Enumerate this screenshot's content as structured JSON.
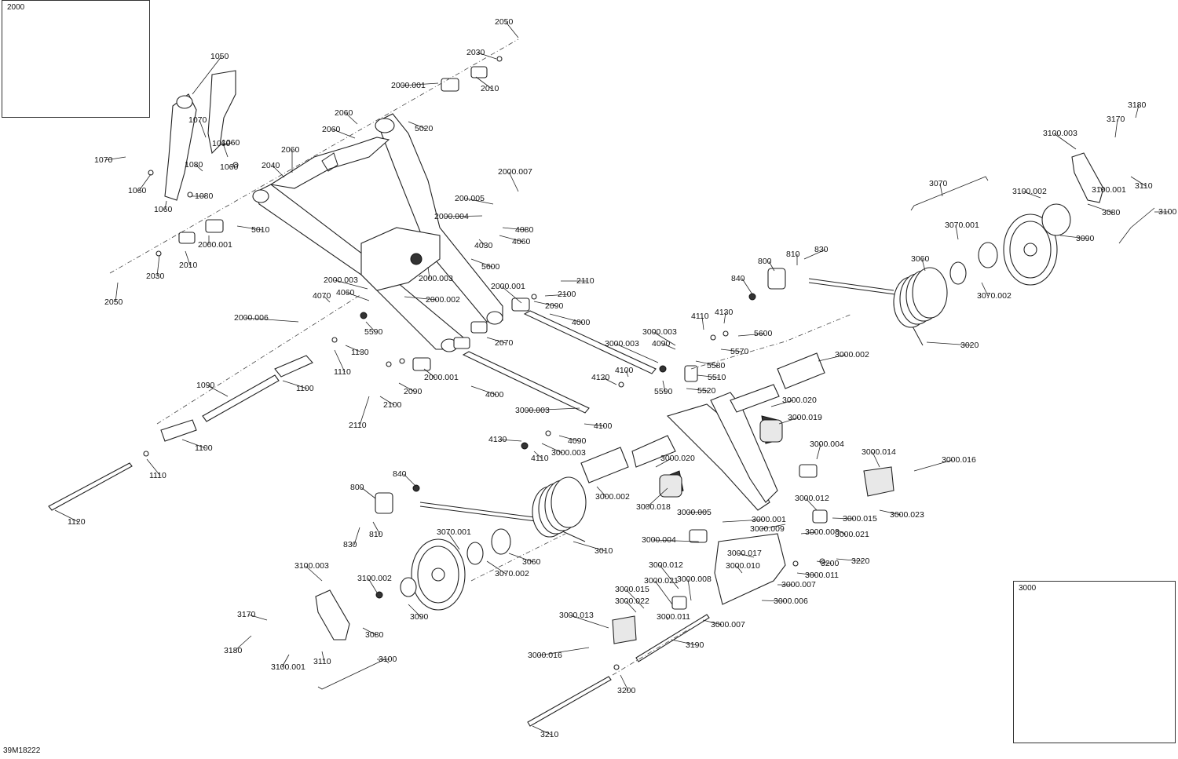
{
  "diagram_code": "39M18222",
  "insets": [
    {
      "id": "inset-2000",
      "label": "2000"
    },
    {
      "id": "inset-3000",
      "label": "3000"
    }
  ],
  "callouts": [
    {
      "t": "2050"
    },
    {
      "t": "2030"
    },
    {
      "t": "2010"
    },
    {
      "t": "2000.001"
    },
    {
      "t": "5020"
    },
    {
      "t": "1050"
    },
    {
      "t": "1070"
    },
    {
      "t": "1060"
    },
    {
      "t": "1070"
    },
    {
      "t": "1060"
    },
    {
      "t": "1080"
    },
    {
      "t": "1060"
    },
    {
      "t": "1080"
    },
    {
      "t": "1060"
    },
    {
      "t": "1060"
    },
    {
      "t": "2060"
    },
    {
      "t": "2060"
    },
    {
      "t": "2060"
    },
    {
      "t": "2040"
    },
    {
      "t": "2000.007"
    },
    {
      "t": "200.005"
    },
    {
      "t": "2000.004"
    },
    {
      "t": "4080"
    },
    {
      "t": "4060"
    },
    {
      "t": "4030"
    },
    {
      "t": "5600"
    },
    {
      "t": "5010"
    },
    {
      "t": "2000.001"
    },
    {
      "t": "2010"
    },
    {
      "t": "2030"
    },
    {
      "t": "2050"
    },
    {
      "t": "2000.003"
    },
    {
      "t": "2000.003"
    },
    {
      "t": "4060"
    },
    {
      "t": "4070"
    },
    {
      "t": "2000.002"
    },
    {
      "t": "2000.006"
    },
    {
      "t": "5590"
    },
    {
      "t": "2000.001"
    },
    {
      "t": "2110"
    },
    {
      "t": "2100"
    },
    {
      "t": "2090"
    },
    {
      "t": "4000"
    },
    {
      "t": "2070"
    },
    {
      "t": "1130"
    },
    {
      "t": "1110"
    },
    {
      "t": "1100"
    },
    {
      "t": "1090"
    },
    {
      "t": "2000.001"
    },
    {
      "t": "2090"
    },
    {
      "t": "2100"
    },
    {
      "t": "2110"
    },
    {
      "t": "4000"
    },
    {
      "t": "1100"
    },
    {
      "t": "1110"
    },
    {
      "t": "1120"
    },
    {
      "t": "3000.003"
    },
    {
      "t": "3000.003"
    },
    {
      "t": "4110"
    },
    {
      "t": "4130"
    },
    {
      "t": "5600"
    },
    {
      "t": "4090"
    },
    {
      "t": "5570"
    },
    {
      "t": "5580"
    },
    {
      "t": "5510"
    },
    {
      "t": "5520"
    },
    {
      "t": "5590"
    },
    {
      "t": "4100"
    },
    {
      "t": "4120"
    },
    {
      "t": "3000.003"
    },
    {
      "t": "4100"
    },
    {
      "t": "4090"
    },
    {
      "t": "3000.003"
    },
    {
      "t": "4130"
    },
    {
      "t": "4110"
    },
    {
      "t": "840"
    },
    {
      "t": "800"
    },
    {
      "t": "810"
    },
    {
      "t": "830"
    },
    {
      "t": "3070"
    },
    {
      "t": "3070.001"
    },
    {
      "t": "3060"
    },
    {
      "t": "3070.002"
    },
    {
      "t": "3090"
    },
    {
      "t": "3080"
    },
    {
      "t": "3100.002"
    },
    {
      "t": "3100.001"
    },
    {
      "t": "3110"
    },
    {
      "t": "3100"
    },
    {
      "t": "3100.003"
    },
    {
      "t": "3170"
    },
    {
      "t": "3180"
    },
    {
      "t": "3020"
    },
    {
      "t": "3000.002"
    },
    {
      "t": "3000.020"
    },
    {
      "t": "3000.019"
    },
    {
      "t": "3000.004"
    },
    {
      "t": "3000.014"
    },
    {
      "t": "3000.016"
    },
    {
      "t": "3000.020"
    },
    {
      "t": "3000.018"
    },
    {
      "t": "3000.005"
    },
    {
      "t": "3000.012"
    },
    {
      "t": "3000.015"
    },
    {
      "t": "3000.023"
    },
    {
      "t": "3000.021"
    },
    {
      "t": "3000.001"
    },
    {
      "t": "3000.009"
    },
    {
      "t": "3000.008"
    },
    {
      "t": "3000.004"
    },
    {
      "t": "3000.017"
    },
    {
      "t": "3000.010"
    },
    {
      "t": "3200"
    },
    {
      "t": "3220"
    },
    {
      "t": "3000.011"
    },
    {
      "t": "3000.007"
    },
    {
      "t": "3000.006"
    },
    {
      "t": "3000.012"
    },
    {
      "t": "3000.021"
    },
    {
      "t": "3000.008"
    },
    {
      "t": "3000.015"
    },
    {
      "t": "3000.022"
    },
    {
      "t": "3000.011"
    },
    {
      "t": "3000.007"
    },
    {
      "t": "3000.013"
    },
    {
      "t": "3000.016"
    },
    {
      "t": "3190"
    },
    {
      "t": "3200"
    },
    {
      "t": "3210"
    },
    {
      "t": "840"
    },
    {
      "t": "800"
    },
    {
      "t": "810"
    },
    {
      "t": "830"
    },
    {
      "t": "3000.002"
    },
    {
      "t": "3010"
    },
    {
      "t": "3070.001"
    },
    {
      "t": "3060"
    },
    {
      "t": "3070.002"
    },
    {
      "t": "3090"
    },
    {
      "t": "3100.003"
    },
    {
      "t": "3100.002"
    },
    {
      "t": "3170"
    },
    {
      "t": "3180"
    },
    {
      "t": "3100.001"
    },
    {
      "t": "3110"
    },
    {
      "t": "3080"
    },
    {
      "t": "3100"
    }
  ]
}
